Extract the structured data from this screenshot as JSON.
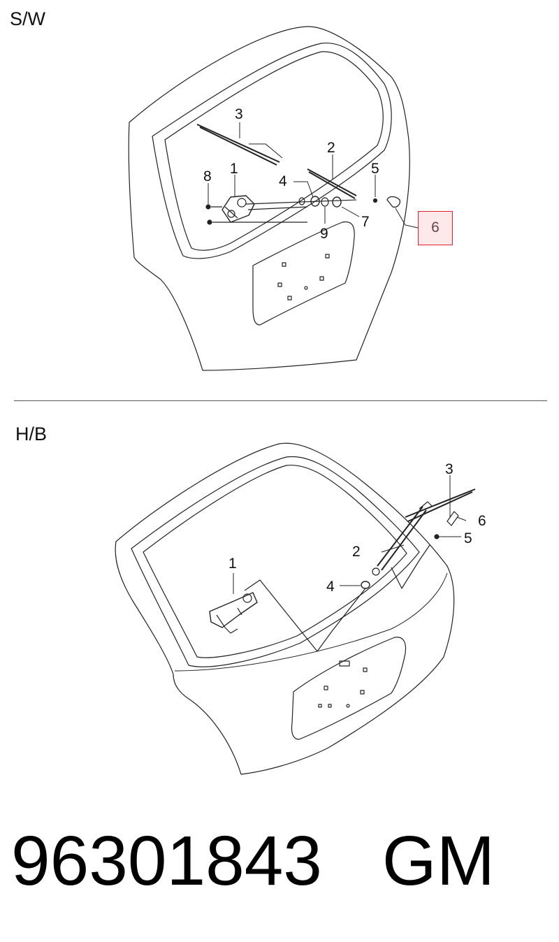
{
  "sections": {
    "sw": {
      "title": "S/W",
      "callouts": [
        "3",
        "2",
        "1",
        "8",
        "4",
        "5",
        "9",
        "7",
        "6"
      ],
      "highlighted_callout": "6"
    },
    "hb": {
      "title": "H/B",
      "callouts": [
        "3",
        "6",
        "5",
        "2",
        "1",
        "4"
      ]
    }
  },
  "footer": {
    "part_number": "96301843",
    "brand": "GM"
  },
  "colors": {
    "highlight_border": "#e0202a",
    "highlight_fill": "#fde8ea",
    "line": "#222222"
  }
}
